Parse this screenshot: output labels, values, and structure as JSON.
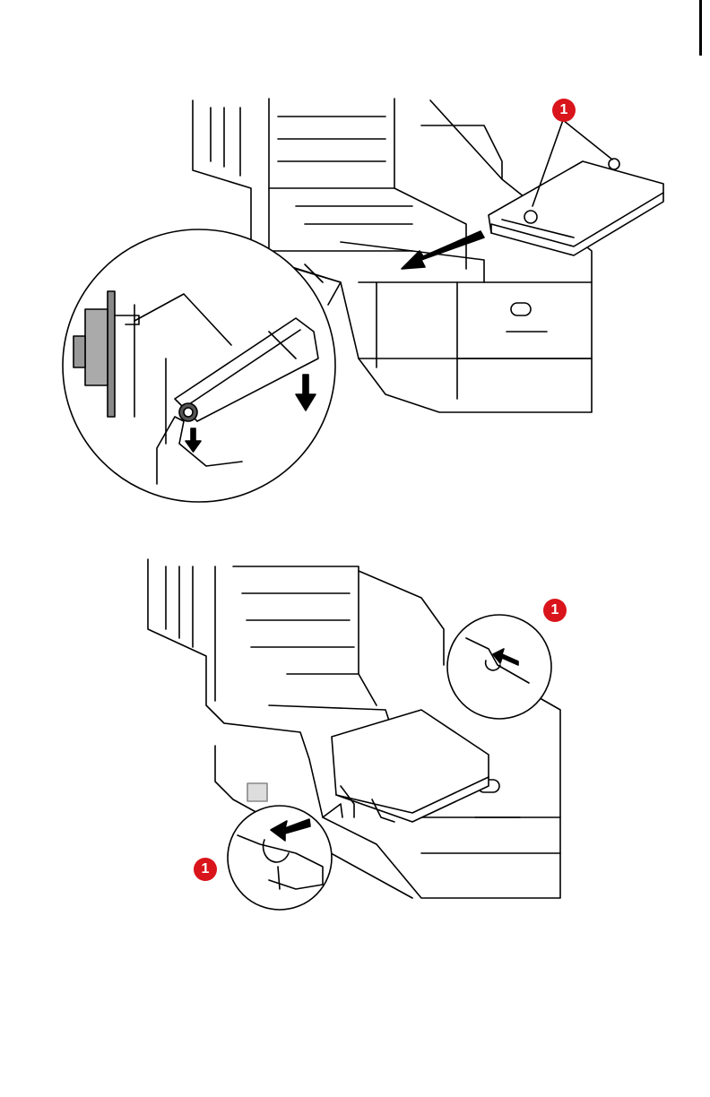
{
  "callouts": {
    "fig1_marker": "1",
    "fig2_marker_upper": "1",
    "fig2_marker_lower": "1"
  },
  "colors": {
    "callout": "#d9141b",
    "line": "#000000"
  },
  "icons": {
    "arrow": "install-direction-arrow-icon",
    "hand": "hand-icon"
  }
}
